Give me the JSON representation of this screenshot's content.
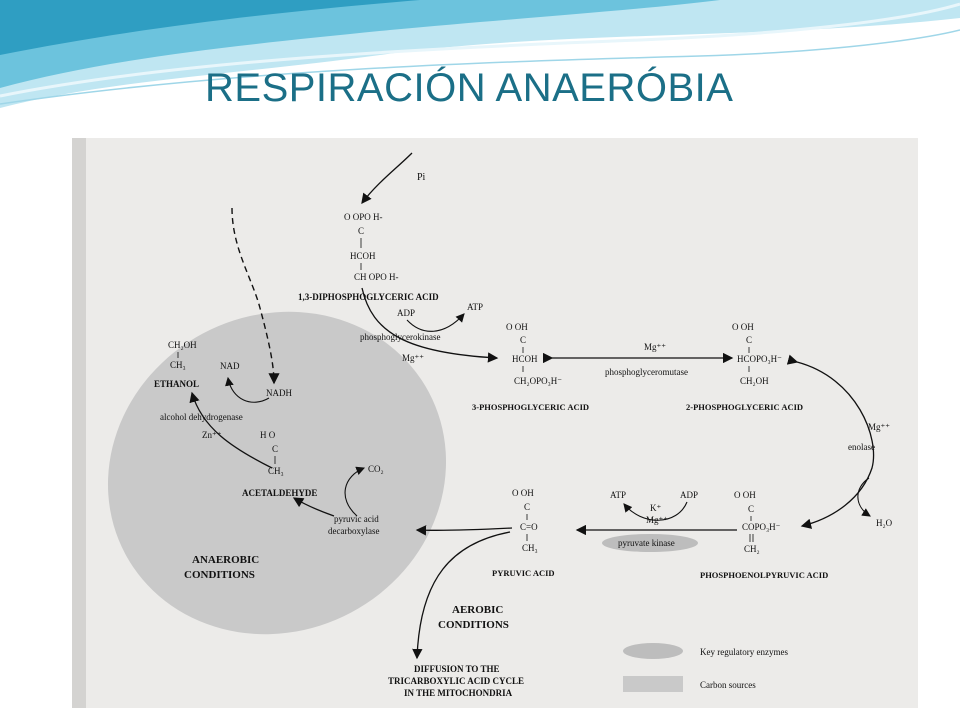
{
  "slide": {
    "title": "RESPIRACIÓN ANAERÓBIA"
  },
  "colors": {
    "title": "#1b6f87",
    "banner_light": "#bfe6f2",
    "banner_mid": "#6cc3dd",
    "scan_paper": "#ecebe9",
    "anaerobic_region": "#c9c9c9"
  },
  "figure": {
    "pi": "Pi",
    "dpg_formula": {
      "top": "O   OPO H-",
      "c": "C",
      "hcoh": "HCOH",
      "bottom": "CH OPO H-"
    },
    "dpg_label": "1,3-DIPHOSPHOGLYCERIC ACID",
    "adp_1": "ADP",
    "atp_1": "ATP",
    "pgk": "phosphoglycerokinase",
    "mg_1": "Mg⁺⁺",
    "pg3_formula": {
      "top": "O   OH",
      "c": "C",
      "mid": "HCOH",
      "bottom": "CH₂OPO₃H⁻"
    },
    "pg3_label": "3-PHOSPHOGLYCERIC ACID",
    "mg_2": "Mg⁺⁺",
    "pgm": "phosphoglyceromutase",
    "pg2_formula": {
      "top": "O   OH",
      "c": "C",
      "mid": "HCOPO₃H⁻",
      "bottom": "CH₂OH"
    },
    "pg2_label": "2-PHOSPHOGLYCERIC ACID",
    "mg_3": "Mg⁺⁺",
    "enolase": "enolase",
    "h2o": "H₂O",
    "pep_formula": {
      "top": "O   OH",
      "c": "C",
      "mid": "COPO₃H⁻",
      "bottom": "CH₂"
    },
    "pep_label": "PHOSPHOENOLPYRUVIC ACID",
    "atp_2": "ATP",
    "adp_2": "ADP",
    "k": "K⁺",
    "mg_4": "Mg⁺⁺",
    "pk": "pyruvate kinase",
    "pyr_formula": {
      "top": "O   OH",
      "c": "C",
      "mid": "C=O",
      "bottom": "CH₃"
    },
    "pyr_label": "PYRUVIC ACID",
    "ethanol_formula": {
      "top": "CH₂OH",
      "bottom": "CH₃"
    },
    "ethanol": "ETHANOL",
    "nad": "NAD",
    "nadh": "NADH",
    "adh": "alcohol dehydrogenase",
    "zn": "Zn⁺⁺",
    "acet_formula": {
      "top": "H    O",
      "c": "C",
      "bottom": "CH₃"
    },
    "acetaldehyde": "ACETALDEHYDE",
    "co2": "CO₂",
    "pdc_1": "pyruvic acid",
    "pdc_2": "decarboxylase",
    "anaerobic_1": "ANAEROBIC",
    "anaerobic_2": "CONDITIONS",
    "aerobic_1": "AEROBIC",
    "aerobic_2": "CONDITIONS",
    "diffusion_1": "DIFFUSION TO THE",
    "diffusion_2": "TRICARBOXYLIC ACID CYCLE",
    "diffusion_3": "IN THE MITOCHONDRIA",
    "legend_enzymes": "Key regulatory enzymes",
    "legend_carbon": "Carbon sources"
  }
}
